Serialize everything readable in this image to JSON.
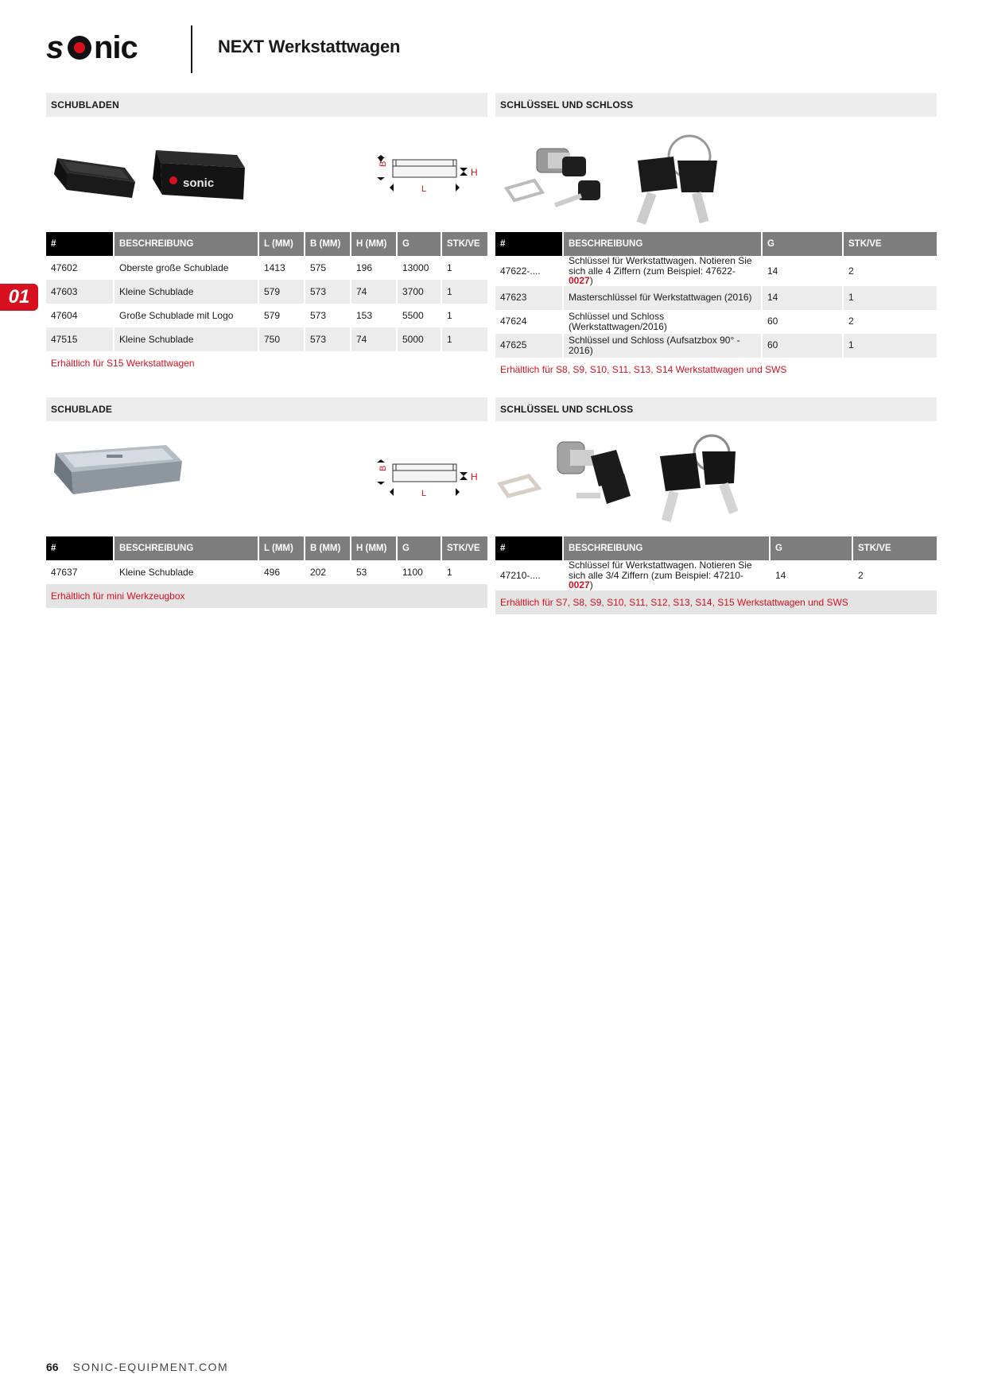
{
  "header": {
    "brand": "sonic",
    "title": "NEXT Werkstattwagen"
  },
  "chapter": "01",
  "colors": {
    "accent": "#d6101f",
    "header_gray": "#7d7d7d",
    "band_gray": "#ececec"
  },
  "dimension_labels": {
    "b": "B",
    "h": "H",
    "l": "L"
  },
  "sections": {
    "schubladen": {
      "title": "SCHUBLADEN",
      "columns": [
        "#",
        "BESCHREIBUNG",
        "L (MM)",
        "B (MM)",
        "H (MM)",
        "G",
        "STK/VE"
      ],
      "rows": [
        [
          "47602",
          "Oberste große Schublade",
          "1413",
          "575",
          "196",
          "13000",
          "1"
        ],
        [
          "47603",
          "Kleine Schublade",
          "579",
          "573",
          "74",
          "3700",
          "1"
        ],
        [
          "47604",
          "Große Schublade mit Logo",
          "579",
          "573",
          "153",
          "5500",
          "1"
        ],
        [
          "47515",
          "Kleine Schublade",
          "750",
          "573",
          "74",
          "5000",
          "1"
        ]
      ],
      "note": "Erhältlich für S15 Werkstattwagen"
    },
    "schloss1": {
      "title": "SCHLÜSSEL UND SCHLOSS",
      "columns": [
        "#",
        "BESCHREIBUNG",
        "G",
        "STK/VE"
      ],
      "rows": [
        {
          "id": "47622-....",
          "desc": "Schlüssel für Werkstattwagen. Notieren Sie sich alle 4 Ziffern (zum Beispiel: 47622-",
          "desc_red": "0027",
          "desc_tail": ")",
          "g": "14",
          "stk": "2"
        },
        {
          "id": "47623",
          "desc": "Masterschlüssel für Werkstattwagen (2016)",
          "g": "14",
          "stk": "1"
        },
        {
          "id": "47624",
          "desc": "Schlüssel und Schloss (Werkstattwagen/2016)",
          "g": "60",
          "stk": "2"
        },
        {
          "id": "47625",
          "desc": "Schlüssel und Schloss (Aufsatzbox 90° - 2016)",
          "g": "60",
          "stk": "1"
        }
      ],
      "note": "Erhältlich für S8, S9, S10, S11, S13, S14 Werkstattwagen und SWS"
    },
    "schublade": {
      "title": "SCHUBLADE",
      "columns": [
        "#",
        "BESCHREIBUNG",
        "L (MM)",
        "B (MM)",
        "H (MM)",
        "G",
        "STK/VE"
      ],
      "rows": [
        [
          "47637",
          "Kleine Schublade",
          "496",
          "202",
          "53",
          "1100",
          "1"
        ]
      ],
      "note": "Erhältlich für mini Werkzeugbox"
    },
    "schloss2": {
      "title": "SCHLÜSSEL UND SCHLOSS",
      "columns": [
        "#",
        "BESCHREIBUNG",
        "G",
        "STK/VE"
      ],
      "rows": [
        {
          "id": "47210-....",
          "desc": "Schlüssel für Werkstattwagen. Notieren Sie sich alle 3/4 Ziffern (zum Beispiel: 47210-",
          "desc_red": "0027",
          "desc_tail": ")",
          "g": "14",
          "stk": "2"
        }
      ],
      "note": "Erhältlich für S7, S8, S9, S10, S11, S12, S13, S14, S15 Werkstattwagen und SWS"
    }
  },
  "footer": {
    "page_number": "66",
    "url": "SONIC-EQUIPMENT.COM"
  }
}
